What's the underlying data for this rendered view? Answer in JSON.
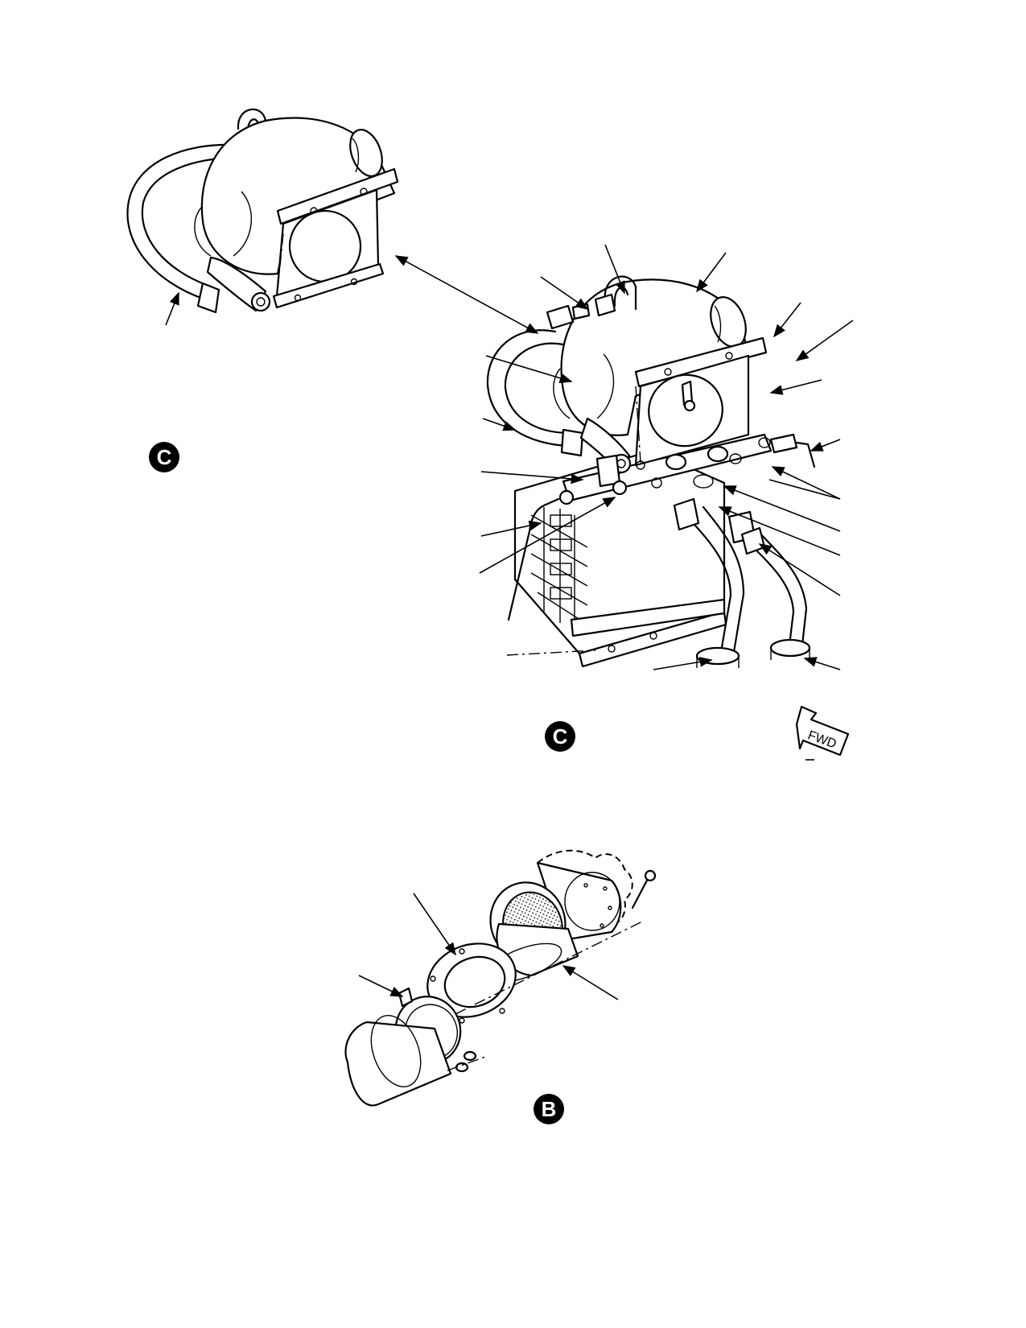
{
  "views": {
    "detail_c_upper": {
      "badge": "C"
    },
    "detail_c_lower": {
      "badge": "C"
    },
    "detail_b": {
      "badge": "B"
    }
  },
  "direction_marker": {
    "label": "FWD"
  }
}
